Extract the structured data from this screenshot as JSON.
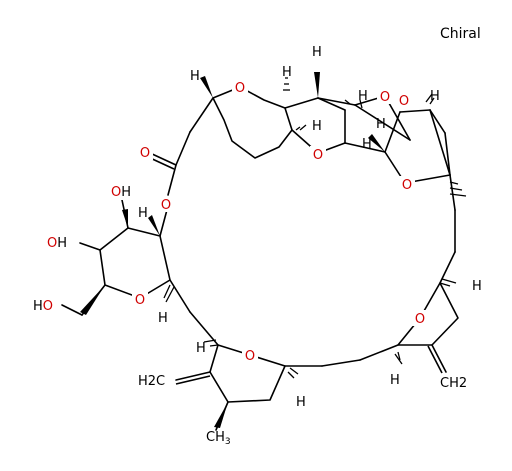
{
  "chiral_label": "Chiral",
  "atoms": {
    "o_symbol": "O",
    "h_symbol": "H",
    "oh_label": "OH",
    "ho_label": "HO",
    "ch2_label": "H2C",
    "ch2_label_right": "CH2"
  },
  "colors": {
    "bond": "#000000",
    "oxygen": "#d00000",
    "background": "#ffffff"
  }
}
